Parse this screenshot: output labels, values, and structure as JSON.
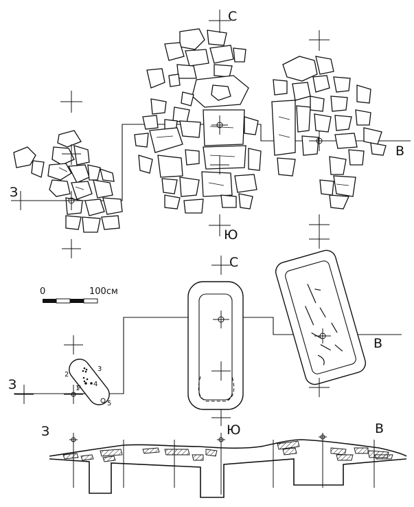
{
  "plan_top": {
    "north_label": "С",
    "south_label": "Ю",
    "west_label": "З",
    "east_label": "В"
  },
  "plan_bottom": {
    "north_label": "С",
    "south_label": "Ю",
    "west_label": "З",
    "east_label": "В",
    "find_numbers": [
      "1",
      "2",
      "3",
      "4",
      "5"
    ]
  },
  "scale_bar": {
    "start_label": "0",
    "end_label": "100см"
  },
  "section": {
    "west_label": "З",
    "east_label": "В"
  }
}
